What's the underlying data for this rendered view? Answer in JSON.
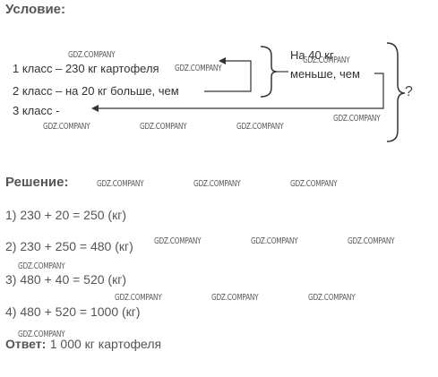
{
  "condition": {
    "heading": "Условие:",
    "line1": "1 класс – 230 кг картофеля",
    "line2": "2 класс – на 20 кг больше, чем",
    "line3": "3 класс -",
    "note_line1": "На 40 кг",
    "note_line2": "меньше, чем",
    "question_mark": "?"
  },
  "solution": {
    "heading": "Решение:",
    "steps": [
      "1) 230 + 20 = 250 (кг)",
      "2) 230 + 250 = 480 (кг)",
      "3) 480 + 40 = 520 (кг)",
      "4) 480 + 520 = 1000 (кг)"
    ]
  },
  "answer": {
    "label": "Ответ:",
    "text": "1 000 кг картофеля"
  },
  "watermark": "GDZ.COMPANY"
}
